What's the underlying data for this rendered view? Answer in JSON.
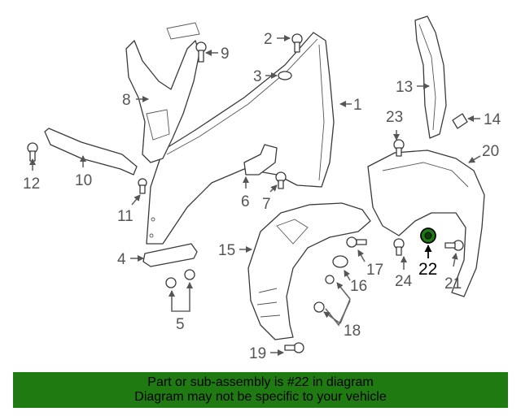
{
  "callouts": {
    "c1": "1",
    "c2": "2",
    "c3": "3",
    "c4": "4",
    "c5": "5",
    "c6": "6",
    "c7": "7",
    "c8": "8",
    "c9": "9",
    "c10": "10",
    "c11": "11",
    "c12": "12",
    "c13": "13",
    "c14": "14",
    "c15": "15",
    "c16": "16",
    "c17": "17",
    "c18": "18",
    "c19": "19",
    "c20": "20",
    "c21": "21",
    "c22": "22",
    "c23": "23",
    "c24": "24"
  },
  "highlight": {
    "part_number": "22",
    "color": "#1f7a12"
  },
  "banner": {
    "line1": "Part or sub-assembly is #22 in diagram",
    "line2": "Diagram may not be specific to your vehicle",
    "background": "#1f7a12"
  }
}
